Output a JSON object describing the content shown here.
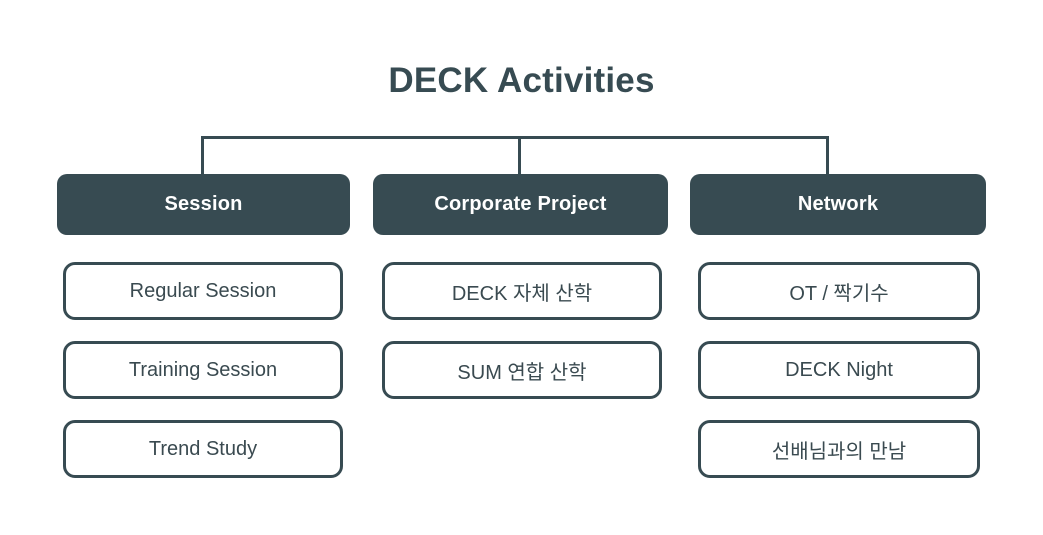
{
  "title": "DECK Activities",
  "colors": {
    "accent": "#374B52",
    "item_text": "#3A4A50",
    "background": "#FFFFFF",
    "header_text": "#FFFFFF"
  },
  "columns": [
    {
      "header": "Session",
      "items": [
        "Regular Session",
        "Training Session",
        "Trend Study"
      ]
    },
    {
      "header": "Corporate Project",
      "items": [
        "DECK 자체 산학",
        "SUM 연합 산학"
      ]
    },
    {
      "header": "Network",
      "items": [
        "OT / 짝기수",
        "DECK Night",
        "선배님과의 만남"
      ]
    }
  ]
}
